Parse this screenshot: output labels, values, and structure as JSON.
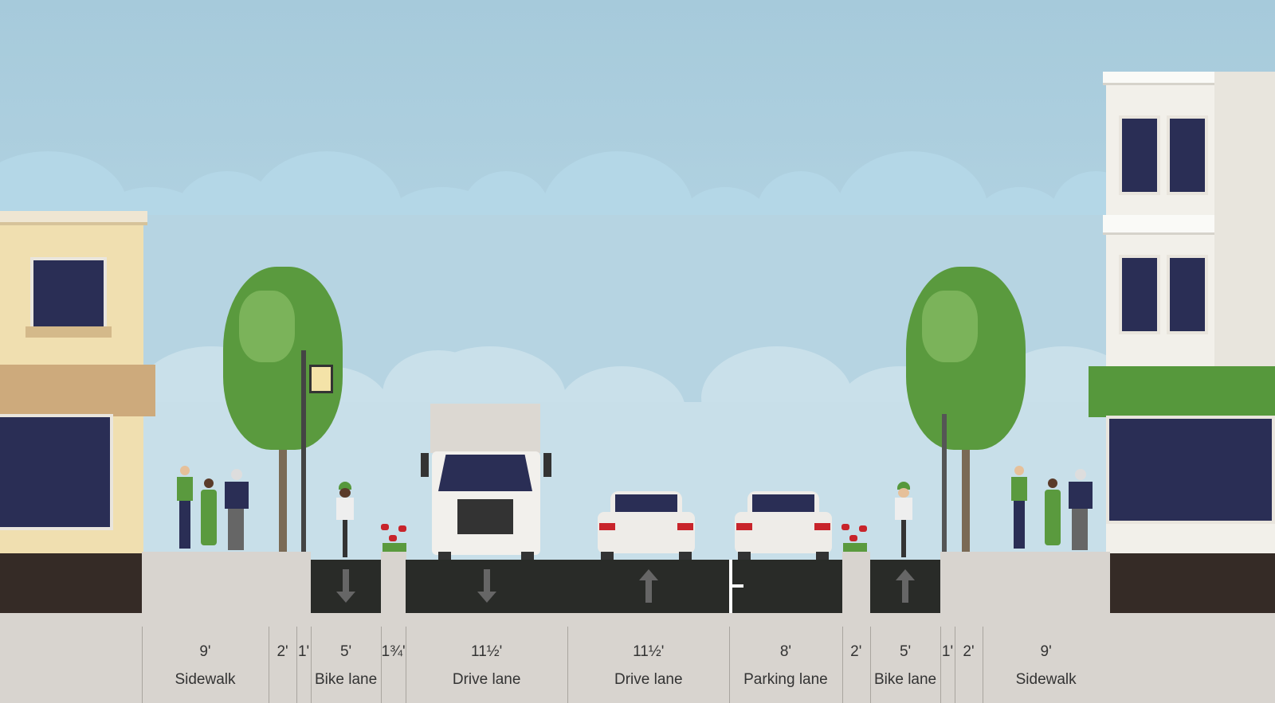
{
  "street": {
    "segments": [
      {
        "width_label": "9'",
        "name": "Sidewalk",
        "feet": 9,
        "surface": "sidewalk"
      },
      {
        "width_label": "2'",
        "name": "",
        "feet": 2,
        "surface": "sidewalk"
      },
      {
        "width_label": "1'",
        "name": "",
        "feet": 1,
        "surface": "sidewalk"
      },
      {
        "width_label": "5'",
        "name": "Bike lane",
        "feet": 5,
        "surface": "road",
        "direction": "down"
      },
      {
        "width_label": "1¾'",
        "name": "",
        "feet": 1.75,
        "surface": "planter"
      },
      {
        "width_label": "11½'",
        "name": "Drive lane",
        "feet": 11.5,
        "surface": "road",
        "direction": "down"
      },
      {
        "width_label": "11½'",
        "name": "Drive lane",
        "feet": 11.5,
        "surface": "road",
        "direction": "up"
      },
      {
        "width_label": "8'",
        "name": "Parking lane",
        "feet": 8,
        "surface": "road"
      },
      {
        "width_label": "2'",
        "name": "",
        "feet": 2,
        "surface": "planter"
      },
      {
        "width_label": "5'",
        "name": "Bike lane",
        "feet": 5,
        "surface": "road",
        "direction": "up"
      },
      {
        "width_label": "1'",
        "name": "",
        "feet": 1,
        "surface": "sidewalk"
      },
      {
        "width_label": "2'",
        "name": "",
        "feet": 2,
        "surface": "sidewalk"
      },
      {
        "width_label": "9'",
        "name": "Sidewalk",
        "feet": 9,
        "surface": "sidewalk"
      }
    ]
  },
  "colors": {
    "sky": "#a9cddd",
    "road": "#292b28",
    "sidewalk": "#d8d4cf",
    "building_base": "#352b26",
    "tree_green": "#5a9a3e",
    "left_building": "#f0dfb0",
    "right_building": "#f2f0ea",
    "awning_left": "#cdaa7c",
    "awning_right": "#56983c",
    "window": "#2a2e55"
  }
}
